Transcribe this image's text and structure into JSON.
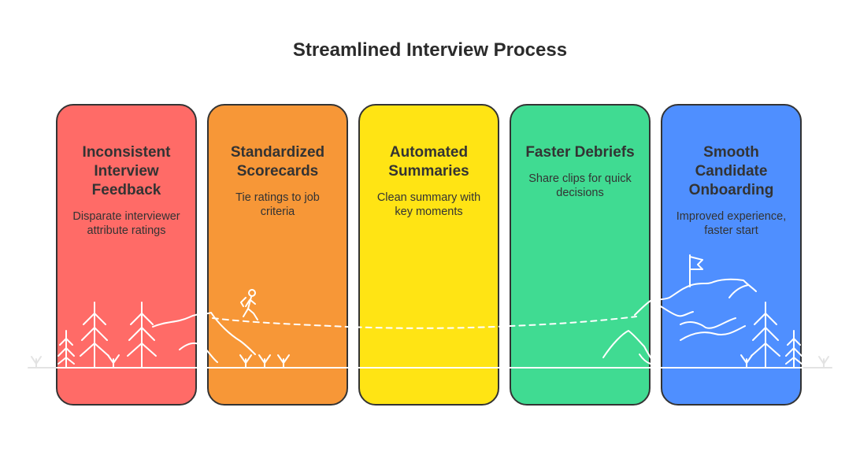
{
  "title": "Streamlined Interview Process",
  "steps": [
    {
      "title": "Inconsistent Interview Feedback",
      "description": "Disparate interviewer attribute ratings",
      "color": "#FF6B67"
    },
    {
      "title": "Standardized Scorecards",
      "description": "Tie ratings to job criteria",
      "color": "#F79737"
    },
    {
      "title": "Automated Summaries",
      "description": "Clean summary with key moments",
      "color": "#FFE414"
    },
    {
      "title": "Faster Debriefs",
      "description": "Share clips for quick decisions",
      "color": "#40DB92"
    },
    {
      "title": "Smooth Candidate Onboarding",
      "description": "Improved experience, faster start",
      "color": "#4F8FFF"
    }
  ]
}
